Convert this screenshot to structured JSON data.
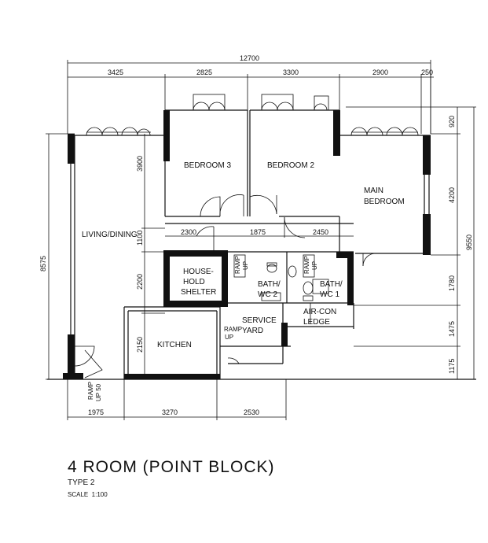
{
  "title": "4 ROOM (POINT BLOCK)",
  "subtitle": "TYPE 2",
  "scale": "SCALE  1:100",
  "dimensions": {
    "overall_top": "12700",
    "top_segments": [
      "3425",
      "2825",
      "3300",
      "2900",
      "250"
    ],
    "bottom_segments": [
      "1975",
      "3270",
      "2530"
    ],
    "left_overall": "8575",
    "right_overall": "9550",
    "right_segments": [
      "920",
      "4200",
      "1780",
      "1475",
      "1175"
    ],
    "inner_vertical": [
      "3900",
      "1100",
      "2200",
      "2150"
    ],
    "inner_horizontal": [
      "2300",
      "1875",
      "2450"
    ]
  },
  "rooms": {
    "bedroom3": "BEDROOM 3",
    "bedroom2": "BEDROOM 2",
    "main_bedroom_1": "MAIN",
    "main_bedroom_2": "BEDROOM",
    "living": "LIVING/DINING",
    "shelter_1": "HOUSE-",
    "shelter_2": "HOLD",
    "shelter_3": "SHELTER",
    "bath2_1": "BATH/",
    "bath2_2": "WC 2",
    "bath1_1": "BATH/",
    "bath1_2": "WC 1",
    "service_1": "SERVICE",
    "service_2": "YARD",
    "aircon_1": "AIR-CON",
    "aircon_2": "LEDGE",
    "kitchen": "KITCHEN"
  },
  "ramps": {
    "ramp_a1": "RAMP",
    "ramp_a2": "UP",
    "ramp_b1": "RAMP",
    "ramp_b2": "UP",
    "ramp_c1": "RAMP",
    "ramp_c2": "UP",
    "ramp_d1": "RAMP",
    "ramp_d2": "UP 50"
  }
}
